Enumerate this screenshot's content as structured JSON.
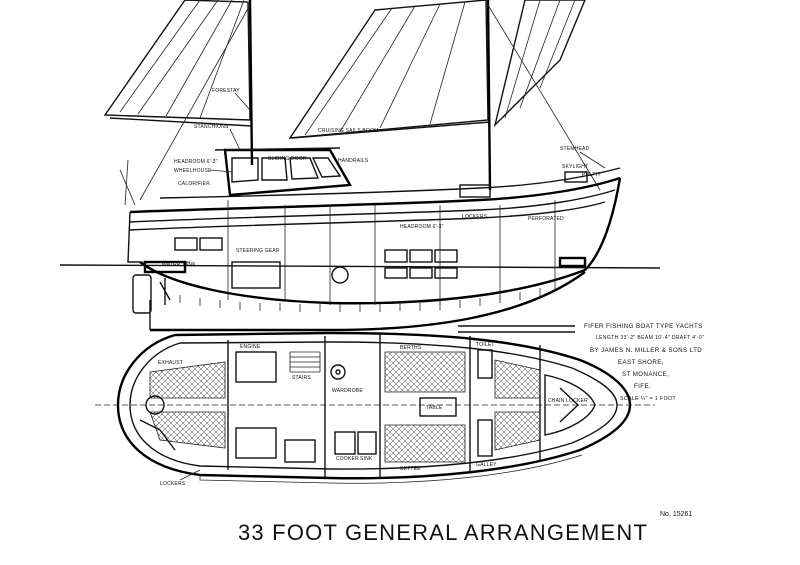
{
  "title_block": {
    "line1": "FIFER FISHING BOAT TYPE YACHTS",
    "line2": "LENGTH 33'-2\" BEAM 10'-4\" DRAFT 4'-0\"",
    "line3": "BY JAMES N. MILLER & SONS LTD",
    "line4": "EAST SHORE,",
    "line5": "ST MONANCE,",
    "line6": "FIFE.",
    "scale": "SCALE ¼\" = 1 FOOT"
  },
  "drawing_number": "No. 15261",
  "caption": "33 FOOT GENERAL ARRANGEMENT",
  "profile_labels": {
    "forestay": "FORESTAY",
    "stanchion": "STANCHIONS",
    "headroom_aft": "HEADROOM 6'-3\"",
    "wheelhouse": "WHEELHOUSE",
    "calorifier": "CALORIFIER",
    "sliding_door": "SLIDING DOOR",
    "handrails": "HANDRAILS",
    "cruising_boom": "CRUISING SAILS BOOM",
    "headroom_fwd": "HEADROOM 6'-3\"",
    "lockers": "LOCKERS",
    "perforated": "PERFORATED",
    "steering_gear": "STEERING GEAR",
    "water_tank": "WATER TANK",
    "skylight": "SKYLIGHT",
    "stemhead": "STEMHEAD",
    "pulpit": "PULPIT"
  },
  "plan_labels": {
    "engine": "ENGINE",
    "exhaust": "EXHAUST",
    "toilet": "TOILET",
    "galley": "GALLEY",
    "table": "TABLE",
    "cooker": "COOKER",
    "sink": "SINK",
    "wardrobe": "WARDROBE",
    "chain_locker": "CHAIN LOCKER",
    "berths": "BERTHS",
    "settee": "SETTEE",
    "stairs": "STAIRS",
    "lockers": "LOCKERS"
  }
}
